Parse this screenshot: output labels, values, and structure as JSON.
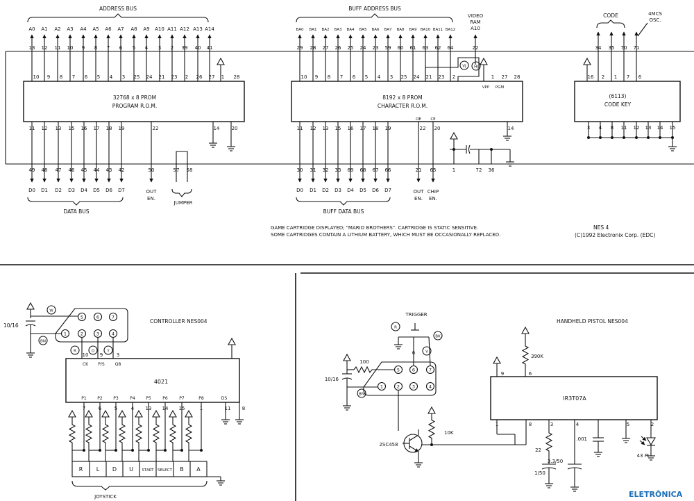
{
  "top": {
    "prom": {
      "group_label": "ADDRESS BUS",
      "addr_names": [
        "A0",
        "A1",
        "A2",
        "A3",
        "A4",
        "A5",
        "A6",
        "A7",
        "A8",
        "A9",
        "A10",
        "A11",
        "A12",
        "A13",
        "A14"
      ],
      "conn_pins_top": [
        "13",
        "12",
        "11",
        "10",
        "9",
        "8",
        "7",
        "6",
        "5",
        "4",
        "3",
        "2",
        "39",
        "40",
        "41"
      ],
      "chip_pins_top": [
        "10",
        "9",
        "8",
        "7",
        "6",
        "5",
        "4",
        "3",
        "25",
        "24",
        "21",
        "23",
        "2",
        "26",
        "27",
        "1",
        "28"
      ],
      "chip_line1": "32768 x 8 PROM",
      "chip_line2": "PROGRAM R.O.M.",
      "chip_pins_bottom": [
        "11",
        "12",
        "13",
        "15",
        "16",
        "17",
        "18",
        "19",
        "22",
        "14",
        "20"
      ],
      "conn_pins_bottom": [
        "49",
        "48",
        "47",
        "46",
        "45",
        "44",
        "43",
        "42",
        "50",
        "57",
        "58"
      ],
      "data_names": [
        "D0",
        "D1",
        "D2",
        "D3",
        "D4",
        "D5",
        "D6",
        "D7"
      ],
      "out_en": [
        "OUT",
        "EN."
      ],
      "jumper": "JUMPER",
      "data_bus": "DATA BUS"
    },
    "chr": {
      "group_label": "BUFF ADDRESS BUS",
      "addr_names": [
        "BA0",
        "BA1",
        "BA2",
        "BA3",
        "BA4",
        "BA5",
        "BA6",
        "BA7",
        "BA8",
        "BA9",
        "BA10",
        "BA11",
        "BA12"
      ],
      "conn_pins_top": [
        "29",
        "28",
        "27",
        "26",
        "25",
        "24",
        "23",
        "59",
        "60",
        "61",
        "63",
        "62",
        "64"
      ],
      "video_ram": [
        "VIDEO",
        "RAM",
        "A10"
      ],
      "video_ram_pin": "22",
      "chip_pins_top": [
        "10",
        "9",
        "8",
        "7",
        "6",
        "5",
        "4",
        "3",
        "25",
        "24",
        "21",
        "23",
        "2",
        "1",
        "27",
        "28"
      ],
      "vpp": "VPP",
      "pgm": "PGM",
      "chip_line1": "8192 x 8 PROM",
      "chip_line2": "CHARACTER R.O.M.",
      "ce_oe": [
        "OE",
        "CE"
      ],
      "chip_pins_bottom": [
        "11",
        "12",
        "13",
        "15",
        "16",
        "17",
        "18",
        "19",
        "22",
        "20",
        "14"
      ],
      "conn_pins_bottom": [
        "30",
        "31",
        "32",
        "33",
        "69",
        "68",
        "67",
        "66",
        "21",
        "65",
        "1",
        "72",
        "36"
      ],
      "data_names": [
        "D0",
        "D1",
        "D2",
        "D3",
        "D4",
        "D5",
        "D6",
        "D7"
      ],
      "out_en": [
        "OUT",
        "EN."
      ],
      "chip_en": [
        "CHIP",
        "EN."
      ],
      "jumper_tags": [
        "VJ",
        "HJ"
      ],
      "data_bus": "BUFF DATA BUS"
    },
    "key": {
      "code_label": "CODE",
      "osc_label": [
        "4MCS",
        "OSC."
      ],
      "conn_pins_top": [
        "34",
        "35",
        "70",
        "71"
      ],
      "chip_pins_top": [
        "16",
        "2",
        "1",
        "7",
        "6"
      ],
      "chip_line1": "(6113)",
      "chip_line2": "CODE KEY",
      "chip_pins_bottom": [
        "3",
        "4",
        "8",
        "11",
        "12",
        "13",
        "14",
        "15"
      ]
    },
    "note_line1": "GAME CARTRIDGE DISPLAYED; \"MARIO BROTHERS\".  CARTRIDGE IS STATIC SENSITIVE.",
    "note_line2": "SOME CARTRIDGES CONTAIN A LITHIUM BATTERY, WHICH MUST BE OCCASIONALLY REPLACED.",
    "nes_label": "NES 4",
    "copyright": "(C)1992 Electronix Corp. (EDC)"
  },
  "controller": {
    "title": "CONTROLLER  NES004",
    "cap": "10/16",
    "conn_pins": [
      "5",
      "6",
      "7",
      "1",
      "2",
      "3",
      "4"
    ],
    "tags": [
      "W",
      "BN",
      "R",
      "O",
      "Y"
    ],
    "chip_name": "4021",
    "sig_pins": [
      "10",
      "9",
      "3"
    ],
    "sig_names": [
      "CK",
      "P/S",
      "Q8"
    ],
    "p_names": [
      "P1",
      "P2",
      "P3",
      "P4",
      "P5",
      "P6",
      "P7",
      "P8",
      "DS"
    ],
    "p_pins": [
      "7",
      "6",
      "5",
      "4",
      "13",
      "14",
      "15",
      "1",
      "11",
      "8"
    ],
    "buttons": [
      "R",
      "L",
      "D",
      "U",
      "START",
      "SELECT",
      "B",
      "A"
    ],
    "joystick": "JOYSTICK"
  },
  "pistol": {
    "title": "HANDHELD PISTOL  NES004",
    "trigger": "TRIGGER",
    "cap": "10/16",
    "r100": "100",
    "conn_pins": [
      "5",
      "6",
      "7",
      "1",
      "2",
      "3",
      "4"
    ],
    "tags": [
      "R",
      "BK",
      "V",
      "BN"
    ],
    "transistor": "2SC458",
    "r10k": "10K",
    "r390k": "390K",
    "ic_name": "IR3T07A",
    "ic_pins_top": [
      "9",
      "6"
    ],
    "ic_pins_bottom": [
      "1",
      "8",
      "3",
      "4",
      "5",
      "2"
    ],
    "r22": "22",
    "r150": "1/50",
    "c33": "3.3/50",
    "c001": ".001",
    "led": "43 PI"
  },
  "watermark": "ELETRÔNICA"
}
